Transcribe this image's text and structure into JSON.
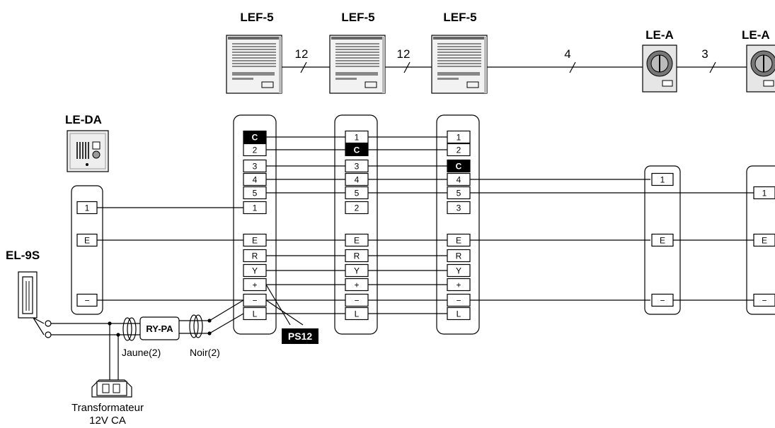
{
  "devices": {
    "master_label": "LEF-5",
    "door_a_label": "LE-A",
    "door_a_label_cut": "LE-A",
    "leda_label": "LE-DA",
    "el9s_label": "EL-9S"
  },
  "wire_counts": {
    "w1": "12",
    "w2": "12",
    "w3": "4",
    "w4": "3"
  },
  "terminals": {
    "unit1": [
      "C",
      "2",
      "3",
      "4",
      "5",
      "1",
      "E",
      "R",
      "Y",
      "+",
      "−",
      "L"
    ],
    "unit2": [
      "1",
      "C",
      "3",
      "4",
      "5",
      "2",
      "E",
      "R",
      "Y",
      "+",
      "−",
      "L"
    ],
    "unit3": [
      "1",
      "2",
      "C",
      "4",
      "5",
      "3",
      "E",
      "R",
      "Y",
      "+",
      "−",
      "L"
    ],
    "leda": [
      "1",
      "E",
      "−"
    ],
    "lea": [
      "1",
      "E",
      "−"
    ]
  },
  "components": {
    "ry_pa": "RY-PA",
    "ps12": "PS12",
    "jaune": "Jaune(2)",
    "noir": "Noir(2)",
    "transformer_line1": "Transformateur",
    "transformer_line2": "12V CA"
  }
}
